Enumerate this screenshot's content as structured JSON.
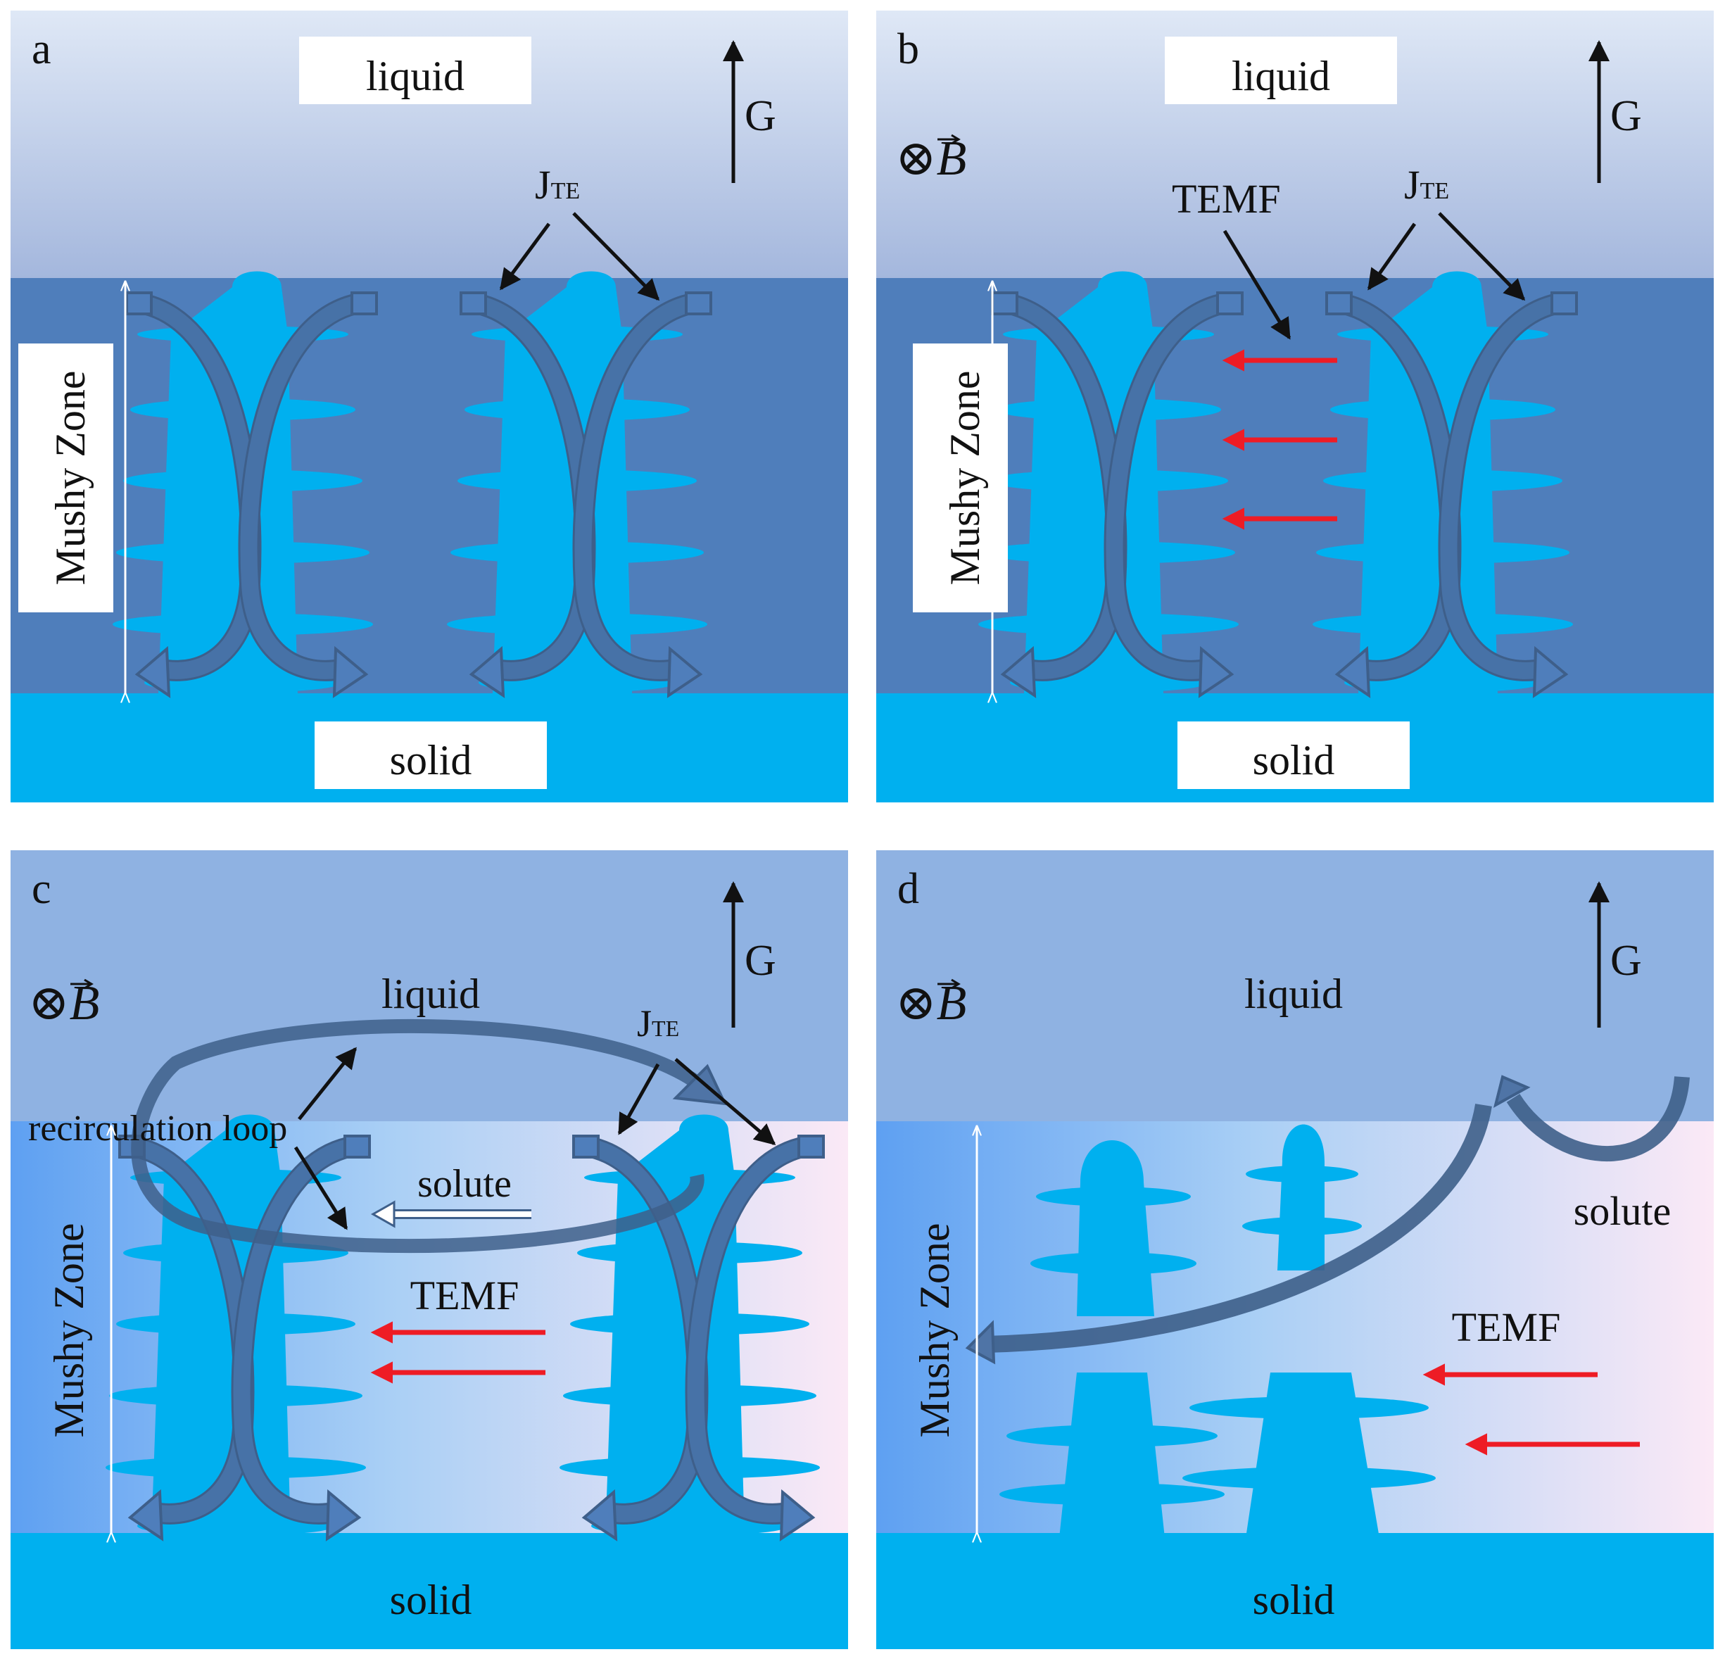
{
  "panels": [
    {
      "letter": "a",
      "liquid": "liquid",
      "solid": "solid",
      "mushy_zone": "Mushy  Zone",
      "gravity": "G",
      "current_main": "J",
      "current_sub": "TE"
    },
    {
      "letter": "b",
      "liquid": "liquid",
      "solid": "solid",
      "mushy_zone": "Mushy  Zone",
      "gravity": "G",
      "current_main": "J",
      "current_sub": "TE",
      "force": "TEMF",
      "field_symbol": "⊗",
      "field_letter": "B"
    },
    {
      "letter": "c",
      "liquid": "liquid",
      "solid": "solid",
      "mushy_zone": "Mushy  Zone",
      "gravity": "G",
      "current_main": "J",
      "current_sub": "TE",
      "force": "TEMF",
      "field_symbol": "⊗",
      "field_letter": "B",
      "loop": "recirculation loop",
      "solute": "solute"
    },
    {
      "letter": "d",
      "liquid": "liquid",
      "solid": "solid",
      "mushy_zone": "Mushy  Zone",
      "gravity": "G",
      "force": "TEMF",
      "field_symbol": "⊗",
      "field_letter": "B",
      "solute": "solute"
    }
  ],
  "colors": {
    "liquid_top_ab": "#dfe8f6",
    "liquid_bottom_ab": "#a4b7dd",
    "mushy_ab": "#4f7ebb",
    "liquid_cd": "#8fb2e2",
    "dendrite": "#00b0ef",
    "flow_outline": "#3e5f8a",
    "flow_fill": "#4f74a6",
    "temf_arrow": "#ee1c25",
    "mushy_gradient_left": "#5ea0f2",
    "mushy_gradient_mid": "#a9cff5",
    "mushy_gradient_right": "#fbe9f6"
  }
}
